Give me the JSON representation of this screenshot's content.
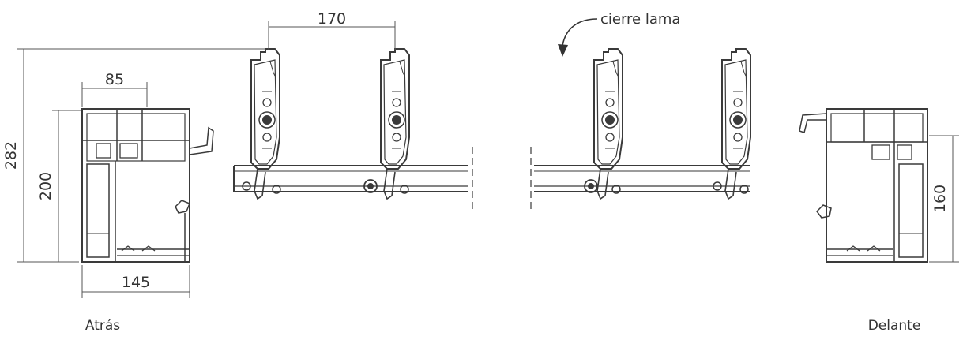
{
  "colors": {
    "stroke": "#3a3a3a",
    "background": "#ffffff",
    "text": "#333333"
  },
  "dimensions": {
    "blade_pitch": "170",
    "rear_top_width": "85",
    "rear_total_height": "282",
    "rear_frame_height": "200",
    "rear_bottom_width": "145",
    "front_frame_height": "160"
  },
  "annotations": {
    "closing_note": "cierre lama"
  },
  "labels": {
    "rear": "Atrás",
    "front": "Delante"
  }
}
